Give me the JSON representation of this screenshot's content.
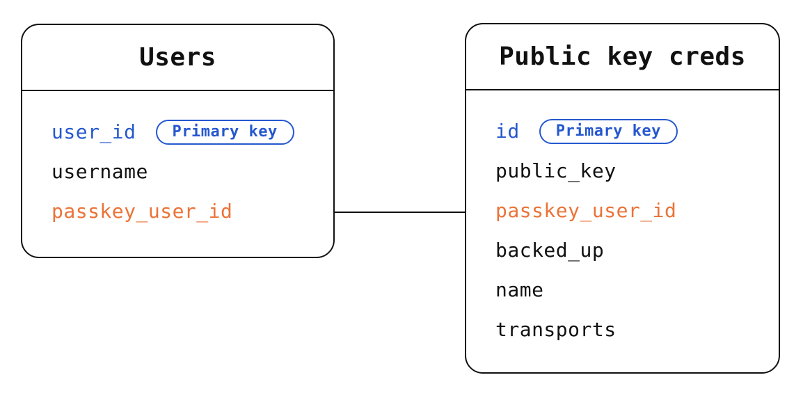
{
  "colors": {
    "primary_blue": "#2558cf",
    "foreign_orange": "#eb7337",
    "text_black": "#111111",
    "line_black": "#111111",
    "background": "#ffffff"
  },
  "tables": [
    {
      "title": "Users",
      "fields": [
        {
          "name": "user_id",
          "color": "#2558cf",
          "badge": "Primary key"
        },
        {
          "name": "username",
          "color": "#111111"
        },
        {
          "name": "passkey_user_id",
          "color": "#eb7337"
        }
      ]
    },
    {
      "title": "Public key creds",
      "fields": [
        {
          "name": "id",
          "color": "#2558cf",
          "badge": "Primary key"
        },
        {
          "name": "public_key",
          "color": "#111111"
        },
        {
          "name": "passkey_user_id",
          "color": "#eb7337"
        },
        {
          "name": "backed_up",
          "color": "#111111"
        },
        {
          "name": "name",
          "color": "#111111"
        },
        {
          "name": "transports",
          "color": "#111111"
        }
      ]
    }
  ],
  "relationship": {
    "from": "Users.passkey_user_id",
    "to": "Public key creds.passkey_user_id"
  }
}
